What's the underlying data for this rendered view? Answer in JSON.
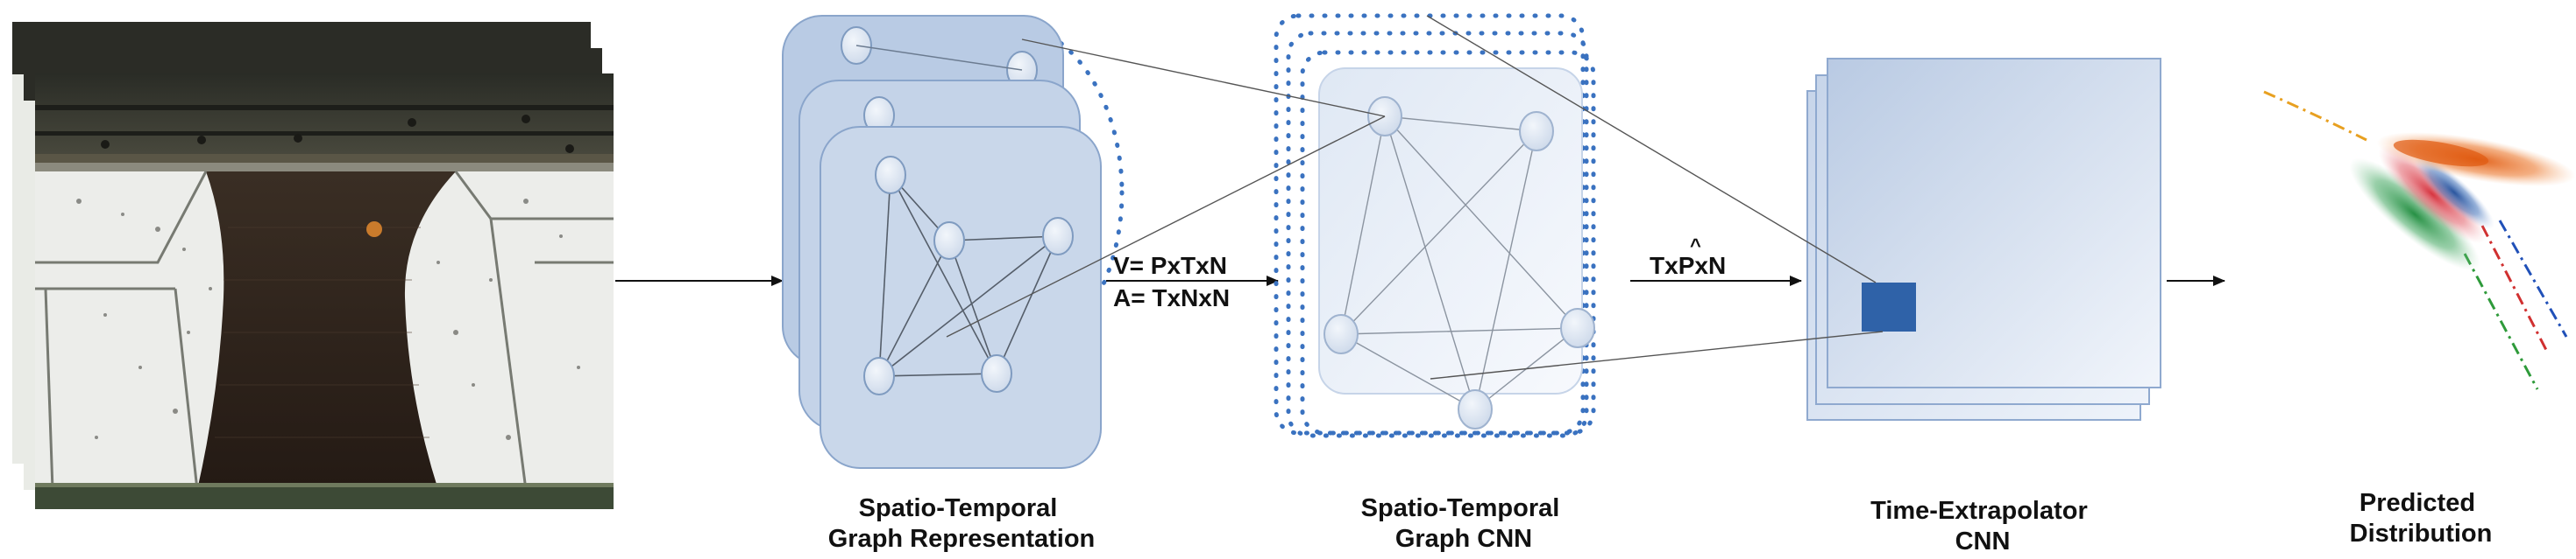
{
  "stages": {
    "input": {
      "caption_lines": []
    },
    "graph_representation": {
      "caption_lines": [
        "Spatio-Temporal",
        "Graph Representation"
      ]
    },
    "graph_cnn": {
      "caption_lines": [
        "Spatio-Temporal",
        "Graph CNN"
      ]
    },
    "time_extrapolator": {
      "caption_lines": [
        "Time-Extrapolator",
        "CNN"
      ]
    },
    "prediction": {
      "caption_lines": [
        "Predicted",
        "Distribution"
      ]
    }
  },
  "formulas": {
    "vertices": "V= PxTxN",
    "adjacency": "A= TxNxN",
    "embedding_prefix": "Tx",
    "embedding_symbol": "P",
    "embedding_hat": "^",
    "embedding_suffix": "xN"
  },
  "colors": {
    "graph_card_fill": "#c9d7ea",
    "graph_card_stroke": "#8aa5cb",
    "node_fill": "#dde6f1",
    "node_stroke": "#7f9bc0",
    "dot_blue": "#3a72c0",
    "cnn_box_fill": "#dfe8f4",
    "cnn_box_stroke": "#9bb3d4",
    "kernel_fill": "#2f62a8",
    "trajectory_orange": "#e8a020",
    "trajectory_red": "#d03030",
    "trajectory_blue": "#2050b8",
    "trajectory_green": "#2e9a3a",
    "blob_orange": "#e05a10",
    "blob_red": "#d42a36",
    "blob_green": "#1b8a3a",
    "blob_blue": "#1e4d9a"
  }
}
